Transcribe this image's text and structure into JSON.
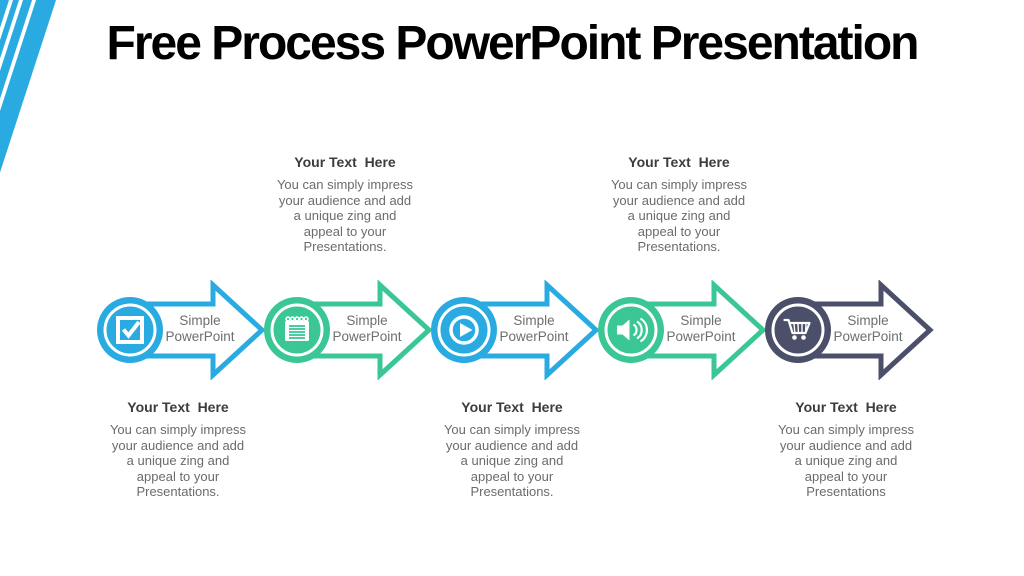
{
  "slide": {
    "title": "Free Process PowerPoint Presentation"
  },
  "decor": {
    "stripe_color": "#29ABE2"
  },
  "colors": {
    "blue": "#29ABE2",
    "green": "#3BC795",
    "dark": "#4B4F69",
    "label_gray": "#6D6E71",
    "heading_dark": "#3C3C3E",
    "body_gray": "#6A6B6E",
    "title_black": "#000000"
  },
  "steps": [
    {
      "label": "Simple PowerPoint",
      "icon": "checkbox-icon",
      "color": "#29ABE2"
    },
    {
      "label": "Simple PowerPoint",
      "icon": "notepad-icon",
      "color": "#3BC795"
    },
    {
      "label": "Simple PowerPoint",
      "icon": "play-icon",
      "color": "#29ABE2"
    },
    {
      "label": "Simple PowerPoint",
      "icon": "speaker-icon",
      "color": "#3BC795"
    },
    {
      "label": "Simple PowerPoint",
      "icon": "cart-icon",
      "color": "#4B4F69"
    }
  ],
  "callouts": {
    "top": [
      {
        "step_index": 1,
        "heading": "Your Text  Here",
        "body": "You can simply impress\nyour audience and add\na unique zing and\nappeal to your\nPresentations."
      },
      {
        "step_index": 3,
        "heading": "Your Text  Here",
        "body": "You can simply impress\nyour audience and add\na unique zing and\nappeal to your\nPresentations."
      }
    ],
    "bottom": [
      {
        "step_index": 0,
        "heading": "Your Text  Here",
        "body": "You can simply impress\nyour audience and add\na unique zing and\nappeal to your\nPresentations."
      },
      {
        "step_index": 2,
        "heading": "Your Text  Here",
        "body": "You can simply impress\nyour audience and add\na unique zing and\nappeal to your\nPresentations."
      },
      {
        "step_index": 4,
        "heading": "Your Text  Here",
        "body": "You can simply impress\nyour audience and add\na unique zing and\nappeal to your\nPresentations"
      }
    ]
  }
}
